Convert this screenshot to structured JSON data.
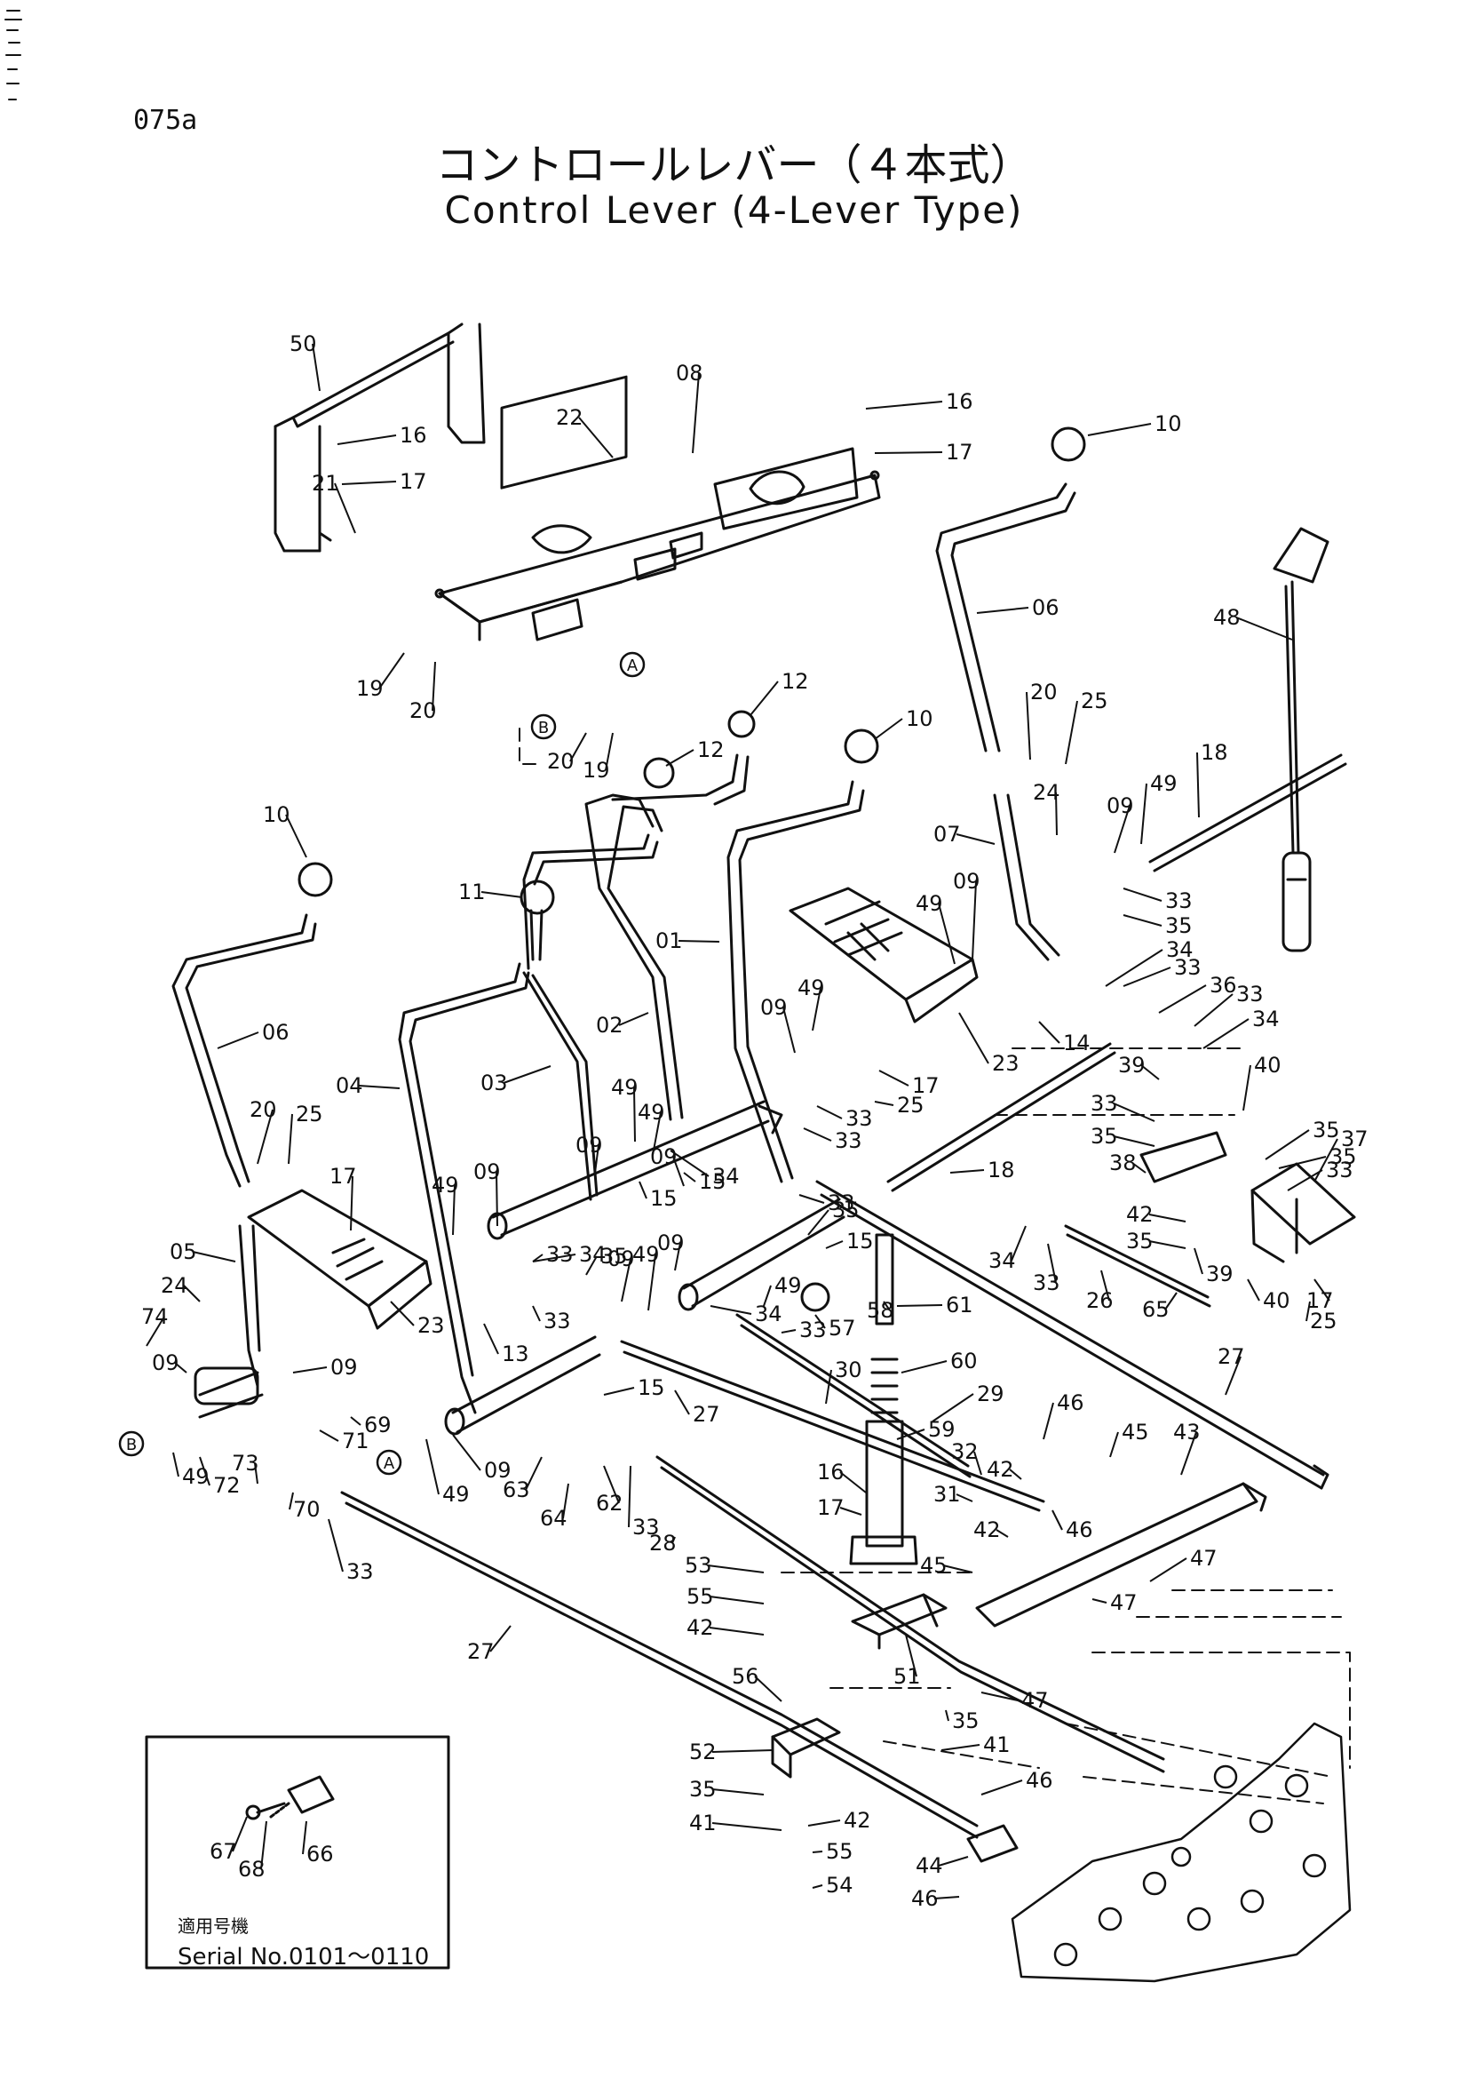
{
  "page_id": "075a",
  "title_jp": "コントロールレバー（４本式）",
  "title_en": "Control  Lever  (4-Lever Type)",
  "circled_refs": [
    "A",
    "B"
  ],
  "inset": {
    "applicable_models_jp": "適用号機",
    "serial": "Serial No.0101～0110"
  },
  "parts": [
    {
      "id": "p50",
      "label": "50"
    },
    {
      "id": "p08",
      "label": "08"
    },
    {
      "id": "p16a",
      "label": "16"
    },
    {
      "id": "p17a",
      "label": "17"
    },
    {
      "id": "p22",
      "label": "22"
    },
    {
      "id": "p21",
      "label": "21"
    },
    {
      "id": "p16b",
      "label": "16"
    },
    {
      "id": "p17b",
      "label": "17"
    },
    {
      "id": "p10a",
      "label": "10"
    },
    {
      "id": "p06a",
      "label": "06"
    },
    {
      "id": "p48",
      "label": "48"
    },
    {
      "id": "p19a",
      "label": "19"
    },
    {
      "id": "p20a",
      "label": "20"
    },
    {
      "id": "p20b",
      "label": "20"
    },
    {
      "id": "p19b",
      "label": "19"
    },
    {
      "id": "p12a",
      "label": "12"
    },
    {
      "id": "p12b",
      "label": "12"
    },
    {
      "id": "p10b",
      "label": "10"
    },
    {
      "id": "p20c",
      "label": "20"
    },
    {
      "id": "p25a",
      "label": "25"
    },
    {
      "id": "p18a",
      "label": "18"
    },
    {
      "id": "p07",
      "label": "07"
    },
    {
      "id": "p24a",
      "label": "24"
    },
    {
      "id": "p09a",
      "label": "09"
    },
    {
      "id": "p49a",
      "label": "49"
    },
    {
      "id": "p10c",
      "label": "10"
    },
    {
      "id": "p11",
      "label": "11"
    },
    {
      "id": "p33a",
      "label": "33"
    },
    {
      "id": "p35a",
      "label": "35"
    },
    {
      "id": "p01",
      "label": "01"
    },
    {
      "id": "p49b",
      "label": "49"
    },
    {
      "id": "p09b",
      "label": "09"
    },
    {
      "id": "p34a",
      "label": "34"
    },
    {
      "id": "p33b",
      "label": "33"
    },
    {
      "id": "p36",
      "label": "36"
    },
    {
      "id": "p33c",
      "label": "33"
    },
    {
      "id": "p34b",
      "label": "34"
    },
    {
      "id": "p02",
      "label": "02"
    },
    {
      "id": "p06b",
      "label": "06"
    },
    {
      "id": "p09c",
      "label": "09"
    },
    {
      "id": "p49c",
      "label": "49"
    },
    {
      "id": "p14",
      "label": "14"
    },
    {
      "id": "p23a",
      "label": "23"
    },
    {
      "id": "p17c",
      "label": "17"
    },
    {
      "id": "p04",
      "label": "04"
    },
    {
      "id": "p03",
      "label": "03"
    },
    {
      "id": "p49d",
      "label": "49"
    },
    {
      "id": "p33d",
      "label": "33"
    },
    {
      "id": "p25b",
      "label": "25"
    },
    {
      "id": "p39a",
      "label": "39"
    },
    {
      "id": "p40a",
      "label": "40"
    },
    {
      "id": "p20d",
      "label": "20"
    },
    {
      "id": "p25c",
      "label": "25"
    },
    {
      "id": "p35b",
      "label": "35"
    },
    {
      "id": "p33e",
      "label": "33"
    },
    {
      "id": "p33f",
      "label": "33"
    },
    {
      "id": "p35c",
      "label": "35"
    },
    {
      "id": "p37",
      "label": "37"
    },
    {
      "id": "p25d",
      "label": "25"
    },
    {
      "id": "p34c",
      "label": "34"
    },
    {
      "id": "p09d",
      "label": "09"
    },
    {
      "id": "p18b",
      "label": "18"
    },
    {
      "id": "p35d",
      "label": "35"
    },
    {
      "id": "p38",
      "label": "38"
    },
    {
      "id": "p33g",
      "label": "33"
    },
    {
      "id": "p17d",
      "label": "17"
    },
    {
      "id": "p49e",
      "label": "49"
    },
    {
      "id": "p09e",
      "label": "09"
    },
    {
      "id": "p15a",
      "label": "15"
    },
    {
      "id": "p35e",
      "label": "35"
    },
    {
      "id": "p33h",
      "label": "33"
    },
    {
      "id": "p15b",
      "label": "15"
    },
    {
      "id": "p49f",
      "label": "49"
    },
    {
      "id": "p09f",
      "label": "09"
    },
    {
      "id": "p42a",
      "label": "42"
    },
    {
      "id": "p05",
      "label": "05"
    },
    {
      "id": "p15c",
      "label": "15"
    },
    {
      "id": "p34d",
      "label": "34"
    },
    {
      "id": "p33i",
      "label": "33"
    },
    {
      "id": "p35f",
      "label": "35"
    },
    {
      "id": "p09g",
      "label": "09"
    },
    {
      "id": "p35g",
      "label": "35"
    },
    {
      "id": "p39b",
      "label": "39"
    },
    {
      "id": "p24b",
      "label": "24"
    },
    {
      "id": "p49g",
      "label": "49"
    },
    {
      "id": "p09h",
      "label": "09"
    },
    {
      "id": "p34e",
      "label": "34"
    },
    {
      "id": "p33j",
      "label": "33"
    },
    {
      "id": "p26",
      "label": "26"
    },
    {
      "id": "p65",
      "label": "65"
    },
    {
      "id": "p40b",
      "label": "40"
    },
    {
      "id": "p17e",
      "label": "17"
    },
    {
      "id": "p74",
      "label": "74"
    },
    {
      "id": "p33k",
      "label": "33"
    },
    {
      "id": "p13",
      "label": "13"
    },
    {
      "id": "p58",
      "label": "58"
    },
    {
      "id": "p61",
      "label": "61"
    },
    {
      "id": "p34f",
      "label": "34"
    },
    {
      "id": "p57",
      "label": "57"
    },
    {
      "id": "p49h",
      "label": "49"
    },
    {
      "id": "p23b",
      "label": "23"
    },
    {
      "id": "p33l",
      "label": "33"
    },
    {
      "id": "p09i",
      "label": "09"
    },
    {
      "id": "p15d",
      "label": "15"
    },
    {
      "id": "p60",
      "label": "60"
    },
    {
      "id": "p27a",
      "label": "27"
    },
    {
      "id": "p30",
      "label": "30"
    },
    {
      "id": "p29",
      "label": "29"
    },
    {
      "id": "p69",
      "label": "69"
    },
    {
      "id": "p71",
      "label": "71"
    },
    {
      "id": "p46a",
      "label": "46"
    },
    {
      "id": "p45a",
      "label": "45"
    },
    {
      "id": "p43",
      "label": "43"
    },
    {
      "id": "p09j",
      "label": "09"
    },
    {
      "id": "p49i",
      "label": "49"
    },
    {
      "id": "p72",
      "label": "72"
    },
    {
      "id": "p73",
      "label": "73"
    },
    {
      "id": "p70",
      "label": "70"
    },
    {
      "id": "p49j",
      "label": "49"
    },
    {
      "id": "p09k",
      "label": "09"
    },
    {
      "id": "p63",
      "label": "63"
    },
    {
      "id": "p64",
      "label": "64"
    },
    {
      "id": "p62",
      "label": "62"
    },
    {
      "id": "p33m",
      "label": "33"
    },
    {
      "id": "p27b",
      "label": "27"
    },
    {
      "id": "p59",
      "label": "59"
    },
    {
      "id": "p32",
      "label": "32"
    },
    {
      "id": "p42b",
      "label": "42"
    },
    {
      "id": "p16c",
      "label": "16"
    },
    {
      "id": "p31",
      "label": "31"
    },
    {
      "id": "p17f",
      "label": "17"
    },
    {
      "id": "p46b",
      "label": "46"
    },
    {
      "id": "p42c",
      "label": "42"
    },
    {
      "id": "p28",
      "label": "28"
    },
    {
      "id": "p33n",
      "label": "33"
    },
    {
      "id": "p47a",
      "label": "47"
    },
    {
      "id": "p53",
      "label": "53"
    },
    {
      "id": "p45b",
      "label": "45"
    },
    {
      "id": "p47b",
      "label": "47"
    },
    {
      "id": "p55a",
      "label": "55"
    },
    {
      "id": "p42d",
      "label": "42"
    },
    {
      "id": "p27c",
      "label": "27"
    },
    {
      "id": "p51",
      "label": "51"
    },
    {
      "id": "p56",
      "label": "56"
    },
    {
      "id": "p47c",
      "label": "47"
    },
    {
      "id": "p35h",
      "label": "35"
    },
    {
      "id": "p41a",
      "label": "41"
    },
    {
      "id": "p52",
      "label": "52"
    },
    {
      "id": "p46c",
      "label": "46"
    },
    {
      "id": "p35i",
      "label": "35"
    },
    {
      "id": "p41b",
      "label": "41"
    },
    {
      "id": "p42e",
      "label": "42"
    },
    {
      "id": "p55b",
      "label": "55"
    },
    {
      "id": "p44",
      "label": "44"
    },
    {
      "id": "p54",
      "label": "54"
    },
    {
      "id": "p46d",
      "label": "46"
    },
    {
      "id": "p67",
      "label": "67"
    },
    {
      "id": "p68",
      "label": "68"
    },
    {
      "id": "p66",
      "label": "66"
    }
  ]
}
